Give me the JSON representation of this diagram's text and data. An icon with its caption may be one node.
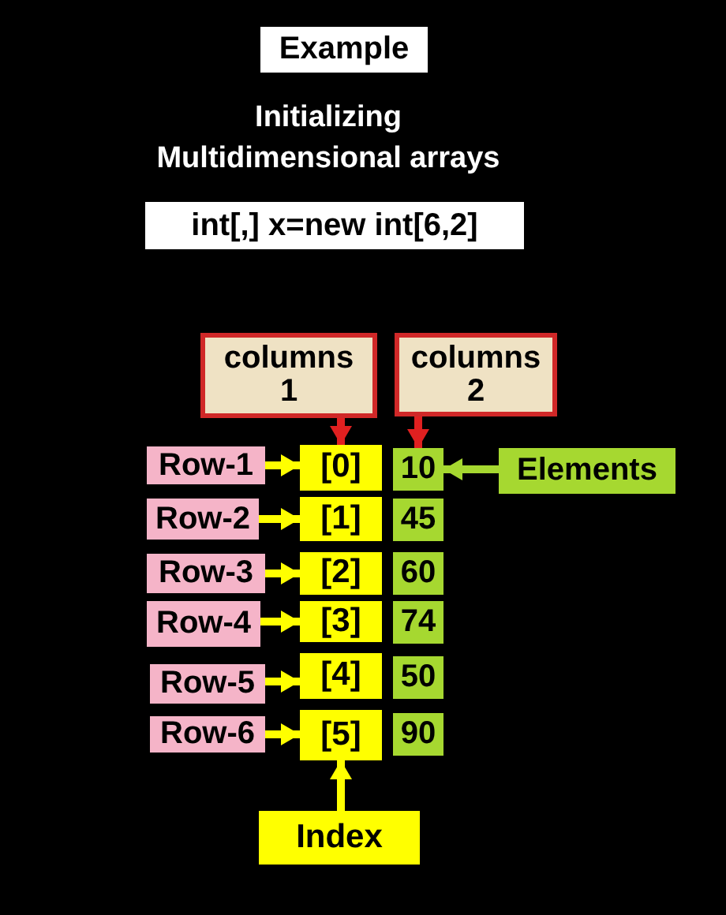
{
  "diagram": {
    "nodes": [
      {
        "text": [
          "Example"
        ]
      },
      {
        "text": [
          "int[,] x=new int[6,2]"
        ]
      },
      {
        "text": [
          "columns 1"
        ]
      },
      {
        "text": [
          "columns 2"
        ]
      },
      {
        "text": [
          "Row-1"
        ]
      },
      {
        "text": [
          "Row-2"
        ]
      },
      {
        "text": [
          "Row-3"
        ]
      },
      {
        "text": [
          "Row-4"
        ]
      },
      {
        "text": [
          "Row-5"
        ]
      },
      {
        "text": [
          "Row-6"
        ]
      },
      {
        "text": [
          "[0]"
        ]
      },
      {
        "text": [
          "[1]"
        ]
      },
      {
        "text": [
          "[2]"
        ]
      },
      {
        "text": [
          "[3]"
        ]
      },
      {
        "text": [
          "[4]"
        ]
      },
      {
        "text": [
          "[5]"
        ]
      },
      {
        "text": [
          "10"
        ]
      },
      {
        "text": [
          "45"
        ]
      },
      {
        "text": [
          "60"
        ]
      },
      {
        "text": [
          "74"
        ]
      },
      {
        "text": [
          "50"
        ]
      },
      {
        "text": [
          "90"
        ]
      },
      {
        "text": [
          "Elements"
        ]
      },
      {
        "text": [
          "Index"
        ]
      }
    ],
    "edges": [
      {
        "from": 2,
        "to": 10,
        "arrow": "to",
        "color": "#e02020"
      },
      {
        "from": 3,
        "to": 16,
        "arrow": "to",
        "color": "#e02020"
      },
      {
        "from": 4,
        "to": 10,
        "arrow": "to"
      },
      {
        "from": 5,
        "to": 11,
        "arrow": "to"
      },
      {
        "from": 6,
        "to": 12,
        "arrow": "to"
      },
      {
        "from": 7,
        "to": 13,
        "arrow": "to"
      },
      {
        "from": 8,
        "to": 14,
        "arrow": "to"
      },
      {
        "from": 9,
        "to": 15,
        "arrow": "to"
      },
      {
        "from": 22,
        "to": 16,
        "arrow": "to",
        "color": "#a6d830"
      },
      {
        "from": 23,
        "to": 15,
        "arrow": "to"
      }
    ],
    "labels": [
      "Initializing Multidimensional arrays"
    ]
  }
}
